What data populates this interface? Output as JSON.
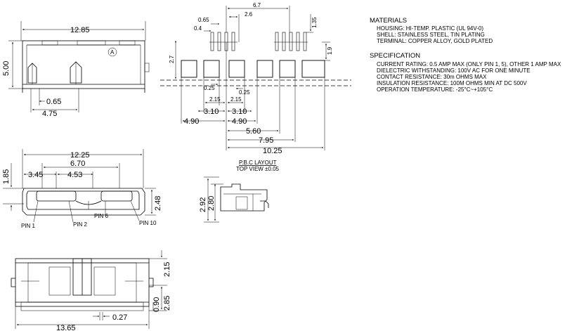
{
  "front_view": {
    "width_dim": "12.85",
    "height_dim": "5.00",
    "pin_offset_dim": "0.65",
    "inner_width_dim": "4.75",
    "pin1_mark": "A"
  },
  "face_view": {
    "width_dim": "12.25",
    "pitch_dim": "6.70",
    "left_dim": "3.45",
    "mid_dim": "4.53",
    "height_dim": "1.85",
    "side_dim": "2.48",
    "pin1_label": "PIN 1",
    "pin2_label": "PIN 2",
    "pin6_label": "PIN 6",
    "pin10_label": "PIN 10"
  },
  "bottom_view": {
    "width_dim": "13.65",
    "pad_dim": "0.27",
    "h1_dim": "2.15",
    "h2_dim": "2.85",
    "h3_dim": "0.90"
  },
  "pcb_layout": {
    "dim_6_7": "6.7",
    "dim_2_6": "2.6",
    "dim_0_65": "0.65",
    "dim_0_4": "0.4",
    "dim_1_35": "1.35",
    "dim_1_9": "1.9",
    "dim_2_7": "2.7",
    "dim_0_25a": "0.25",
    "dim_0_25b": "0.25",
    "dim_2_15a": "2.15",
    "dim_2_15b": "2.15",
    "dim_3_10a": "3.10",
    "dim_3_10b": "3.10",
    "dim_4_90a": "4.90",
    "dim_4_90b": "4.90",
    "dim_5_60": "5.60",
    "dim_7_95": "7.95",
    "dim_10_25": "10.25",
    "caption_line1": "P.B.C LAYOUT",
    "caption_line2": "TOP VIEW ±0.05"
  },
  "side_view": {
    "dim_2_92": "2.92",
    "dim_2_80": "2.80"
  },
  "materials": {
    "heading": "MATERIALS",
    "lines": [
      "HOUSING: HI-TEMP. PLASTIC (UL 94V-0)",
      "SHELL: STAINLESS STEEL, TIN PLATING",
      "TERMINAL: COPPER ALLOY, GOLD PLATED"
    ]
  },
  "specification": {
    "heading": "SPECIFICATION",
    "lines": [
      "CURRENT RATING: 0.5 AMP MAX (ONLY PIN 1, 5), OTHER 1 AMP MAX",
      "DIELECTRIC WITHSTANDING: 100V AC FOR ONE MINUTE",
      "CONTACT RESISTANCE: 30m OHMS MAX",
      "INSULATION RESISTANCE: 100M OHMS MIN AT DC 500V",
      "OPERATION TEMPERATURE: -25°C~+105°C"
    ]
  },
  "colors": {
    "ink": "#000000",
    "paper": "#ffffff"
  }
}
